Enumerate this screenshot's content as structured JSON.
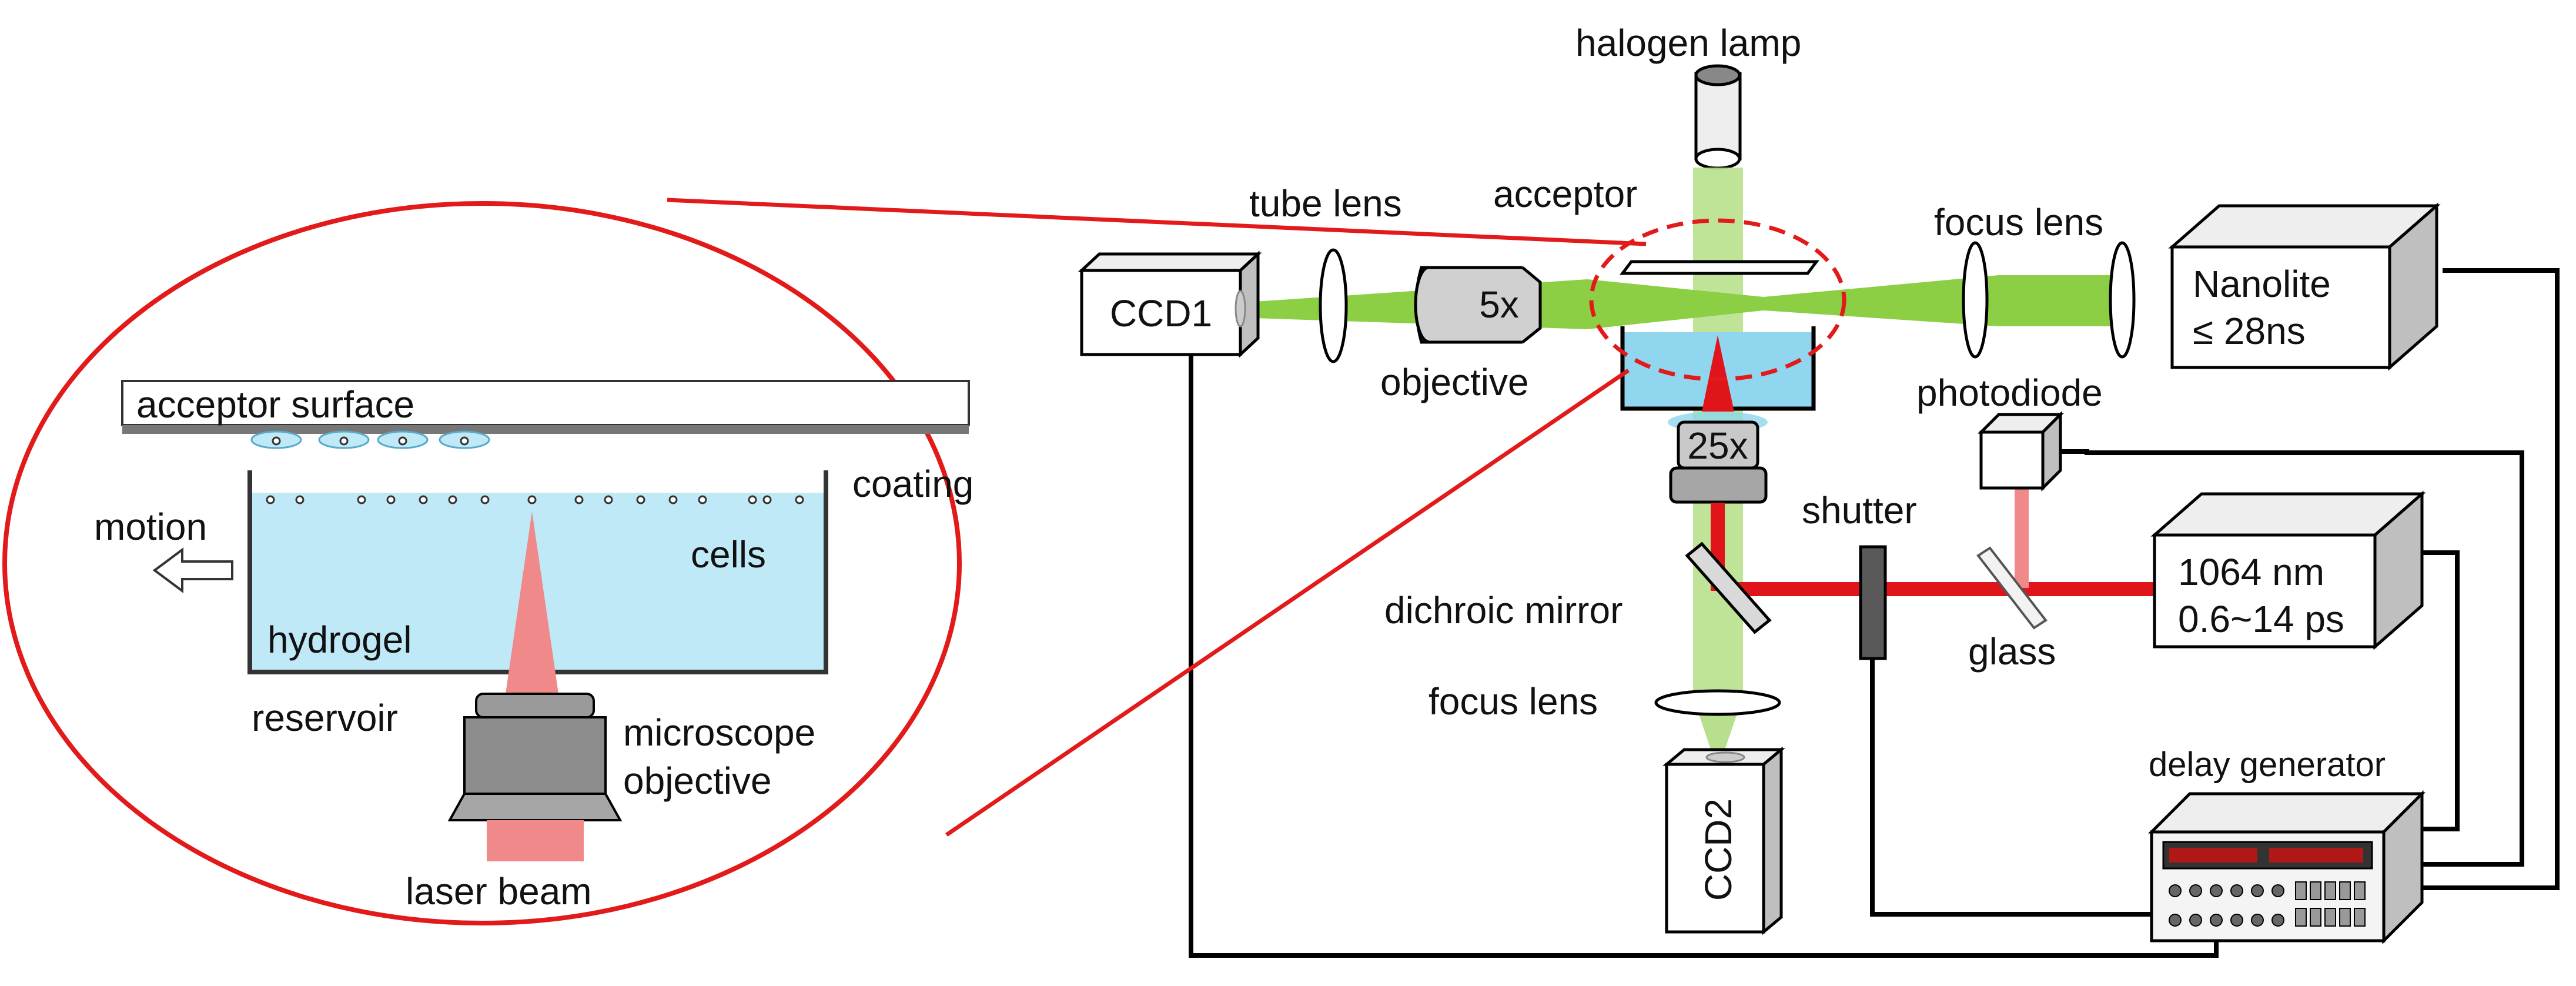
{
  "labels": {
    "halogen_lamp": "halogen lamp",
    "tube_lens": "tube lens",
    "acceptor": "acceptor",
    "focus_lens_top": "focus lens",
    "ccd1": "CCD1",
    "objective_mag": "5x",
    "objective": "objective",
    "nanolite_line1": "Nanolite",
    "nanolite_line2": "≤ 28ns",
    "photodiode": "photodiode",
    "objective_25x": "25x",
    "shutter": "shutter",
    "laser_line1": "1064 nm",
    "laser_line2": "0.6~14 ps",
    "dichroic_mirror": "dichroic mirror",
    "glass": "glass",
    "focus_lens_bottom": "focus lens",
    "delay_generator": "delay generator",
    "ccd2": "CCD2"
  },
  "inset": {
    "acceptor_surface": "acceptor surface",
    "coating": "coating",
    "motion": "motion",
    "cells": "cells",
    "hydrogel": "hydrogel",
    "reservoir": "reservoir",
    "microscope_line1": "microscope",
    "microscope_line2": "objective",
    "laser_beam": "laser beam"
  },
  "colors": {
    "green_beam": "#8ccf45",
    "green_beam_light": "#b8e08c",
    "red_beam": "#e0141b",
    "pink_beam": "#f08a8a",
    "hydrogel": "#bfe9f7",
    "callout_red": "#e21a1a",
    "device_gray": "#d9d9d9",
    "wire": "#000000"
  },
  "icons": {
    "motion_arrow": "left-arrow-outline-icon",
    "halogen": "cylinder-lamp-icon",
    "delay_generator_panel": "instrument-panel-icon"
  }
}
